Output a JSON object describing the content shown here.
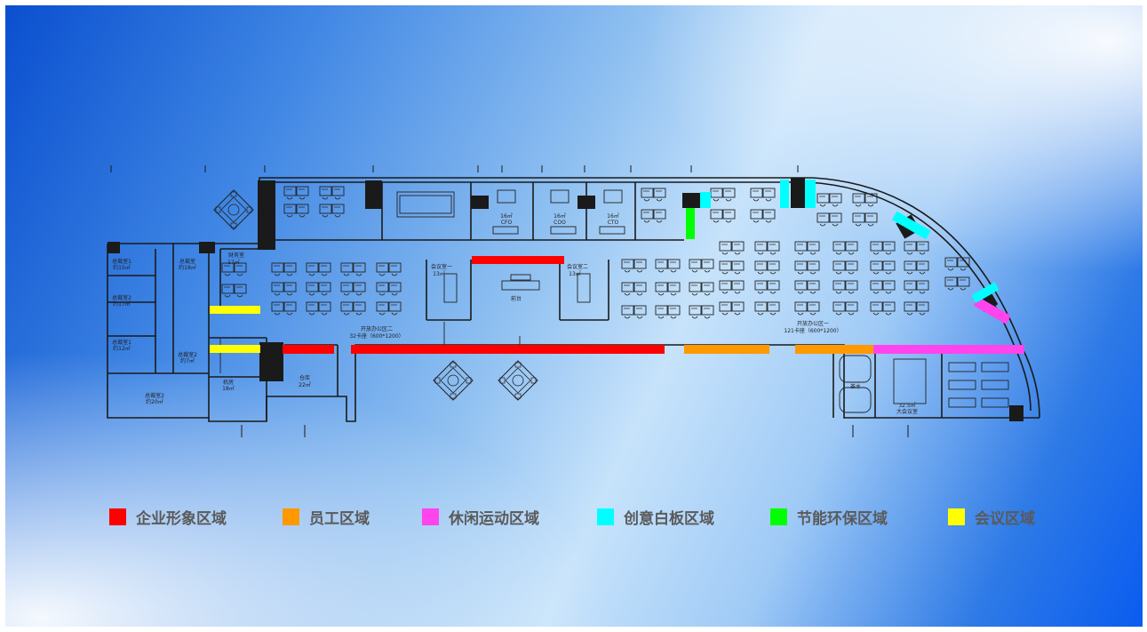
{
  "rooms": {
    "office_left_a": "总裁室1",
    "office_left_a_area": "约15㎡",
    "office_left_b": "总裁室2",
    "office_left_b_area": "约17㎡",
    "office_left_c": "总裁室1",
    "office_left_c_area": "约12㎡",
    "office_left_d": "总裁室2",
    "office_left_d_area": "约20㎡",
    "office_left_e": "总裁室",
    "office_left_e_area": "约18㎡",
    "office_left_f": "总裁室2",
    "office_left_f_area": "约7㎡",
    "finance": "财务室",
    "finance_area": "17㎡",
    "machine": "机房",
    "machine_area": "18㎡",
    "storage": "仓库",
    "storage_area": "22㎡",
    "meeting1": "会议室一",
    "meeting1_area": "13㎡",
    "meeting2": "会议室二",
    "meeting2_area": "13㎡",
    "reception": "前台",
    "open_office2": "开放办公区二",
    "open_office2_seats": "32卡座（600*1200）",
    "open_office1": "开放办公区一",
    "open_office1_seats": "121卡座（600*1200）",
    "cfo_area": "16㎡",
    "cfo": "CFO",
    "coo_area": "16㎡",
    "coo": "COO",
    "cto_area": "16㎡",
    "cto": "CTO",
    "tea": "茶水",
    "big_meeting_area": "32.5㎡",
    "big_meeting": "大会议室"
  },
  "legend": [
    {
      "label": "企业形象区域",
      "color": "#ff0000"
    },
    {
      "label": "员工区域",
      "color": "#ff9900"
    },
    {
      "label": "休闲运动区域",
      "color": "#ff44ee"
    },
    {
      "label": "创意白板区域",
      "color": "#00ffff"
    },
    {
      "label": "节能环保区域",
      "color": "#00ff00"
    },
    {
      "label": "会议区域",
      "color": "#ffff00"
    }
  ],
  "colors": {
    "wall": "#1a1a1a",
    "column": "#1a1a1a"
  }
}
